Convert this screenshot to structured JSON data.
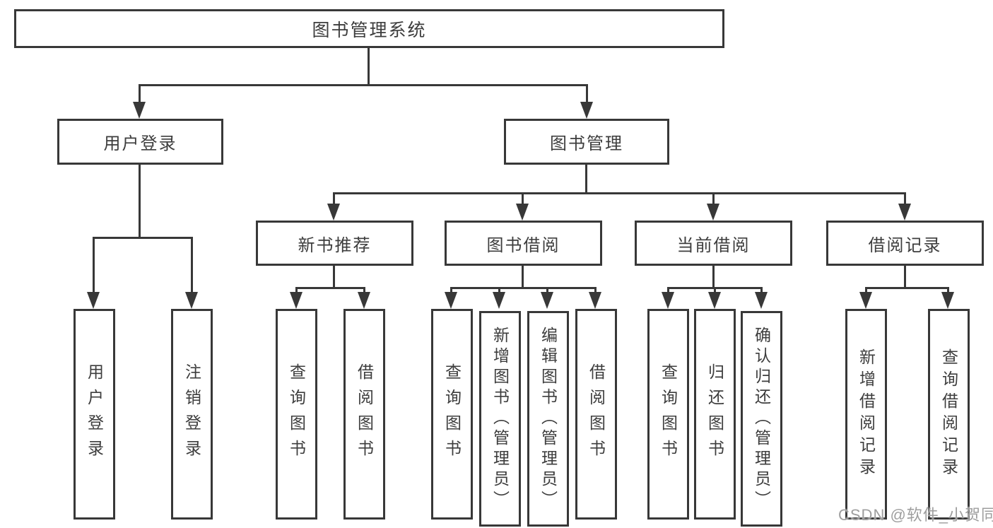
{
  "tree": {
    "label": "图书管理系统",
    "children": [
      {
        "label": "用户登录",
        "children": [
          {
            "label": "用户登录"
          },
          {
            "label": "注销登录"
          }
        ]
      },
      {
        "label": "图书管理",
        "children": [
          {
            "label": "新书推荐",
            "children": [
              {
                "label": "查询图书"
              },
              {
                "label": "借阅图书"
              }
            ]
          },
          {
            "label": "图书借阅",
            "children": [
              {
                "label": "查询图书"
              },
              {
                "label": "新增图书（管理员）"
              },
              {
                "label": "编辑图书（管理员）"
              },
              {
                "label": "借阅图书"
              }
            ]
          },
          {
            "label": "当前借阅",
            "children": [
              {
                "label": "查询图书"
              },
              {
                "label": "归还图书"
              },
              {
                "label": "确认归还（管理员）"
              }
            ]
          },
          {
            "label": "借阅记录",
            "children": [
              {
                "label": "新增借阅记录"
              },
              {
                "label": "查询借阅记录"
              }
            ]
          }
        ]
      }
    ]
  },
  "watermark": {
    "text": "CSDN @软件_小贺同学"
  },
  "colors": {
    "line": "#383838",
    "text": "#3d3d3d",
    "background": "#ffffff",
    "watermark": "#9e9e9e"
  }
}
